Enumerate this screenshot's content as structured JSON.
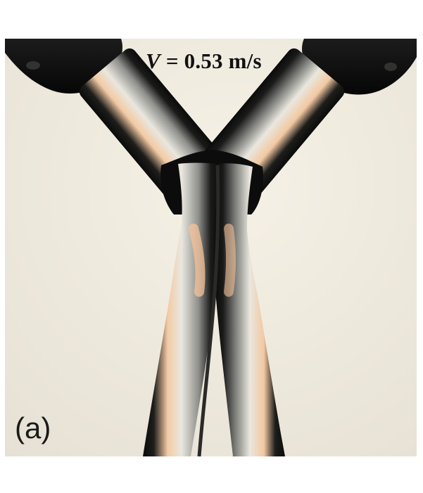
{
  "figure": {
    "velocity_symbol": "V",
    "velocity_rest": " = 0.53 m/s",
    "panel_label": "(a)"
  },
  "colors": {
    "background": "#f1ece0",
    "jet_edge": "#0b0b0b",
    "jet_highlight": "#f3c9a2",
    "jet_core": "#e6e6df"
  }
}
